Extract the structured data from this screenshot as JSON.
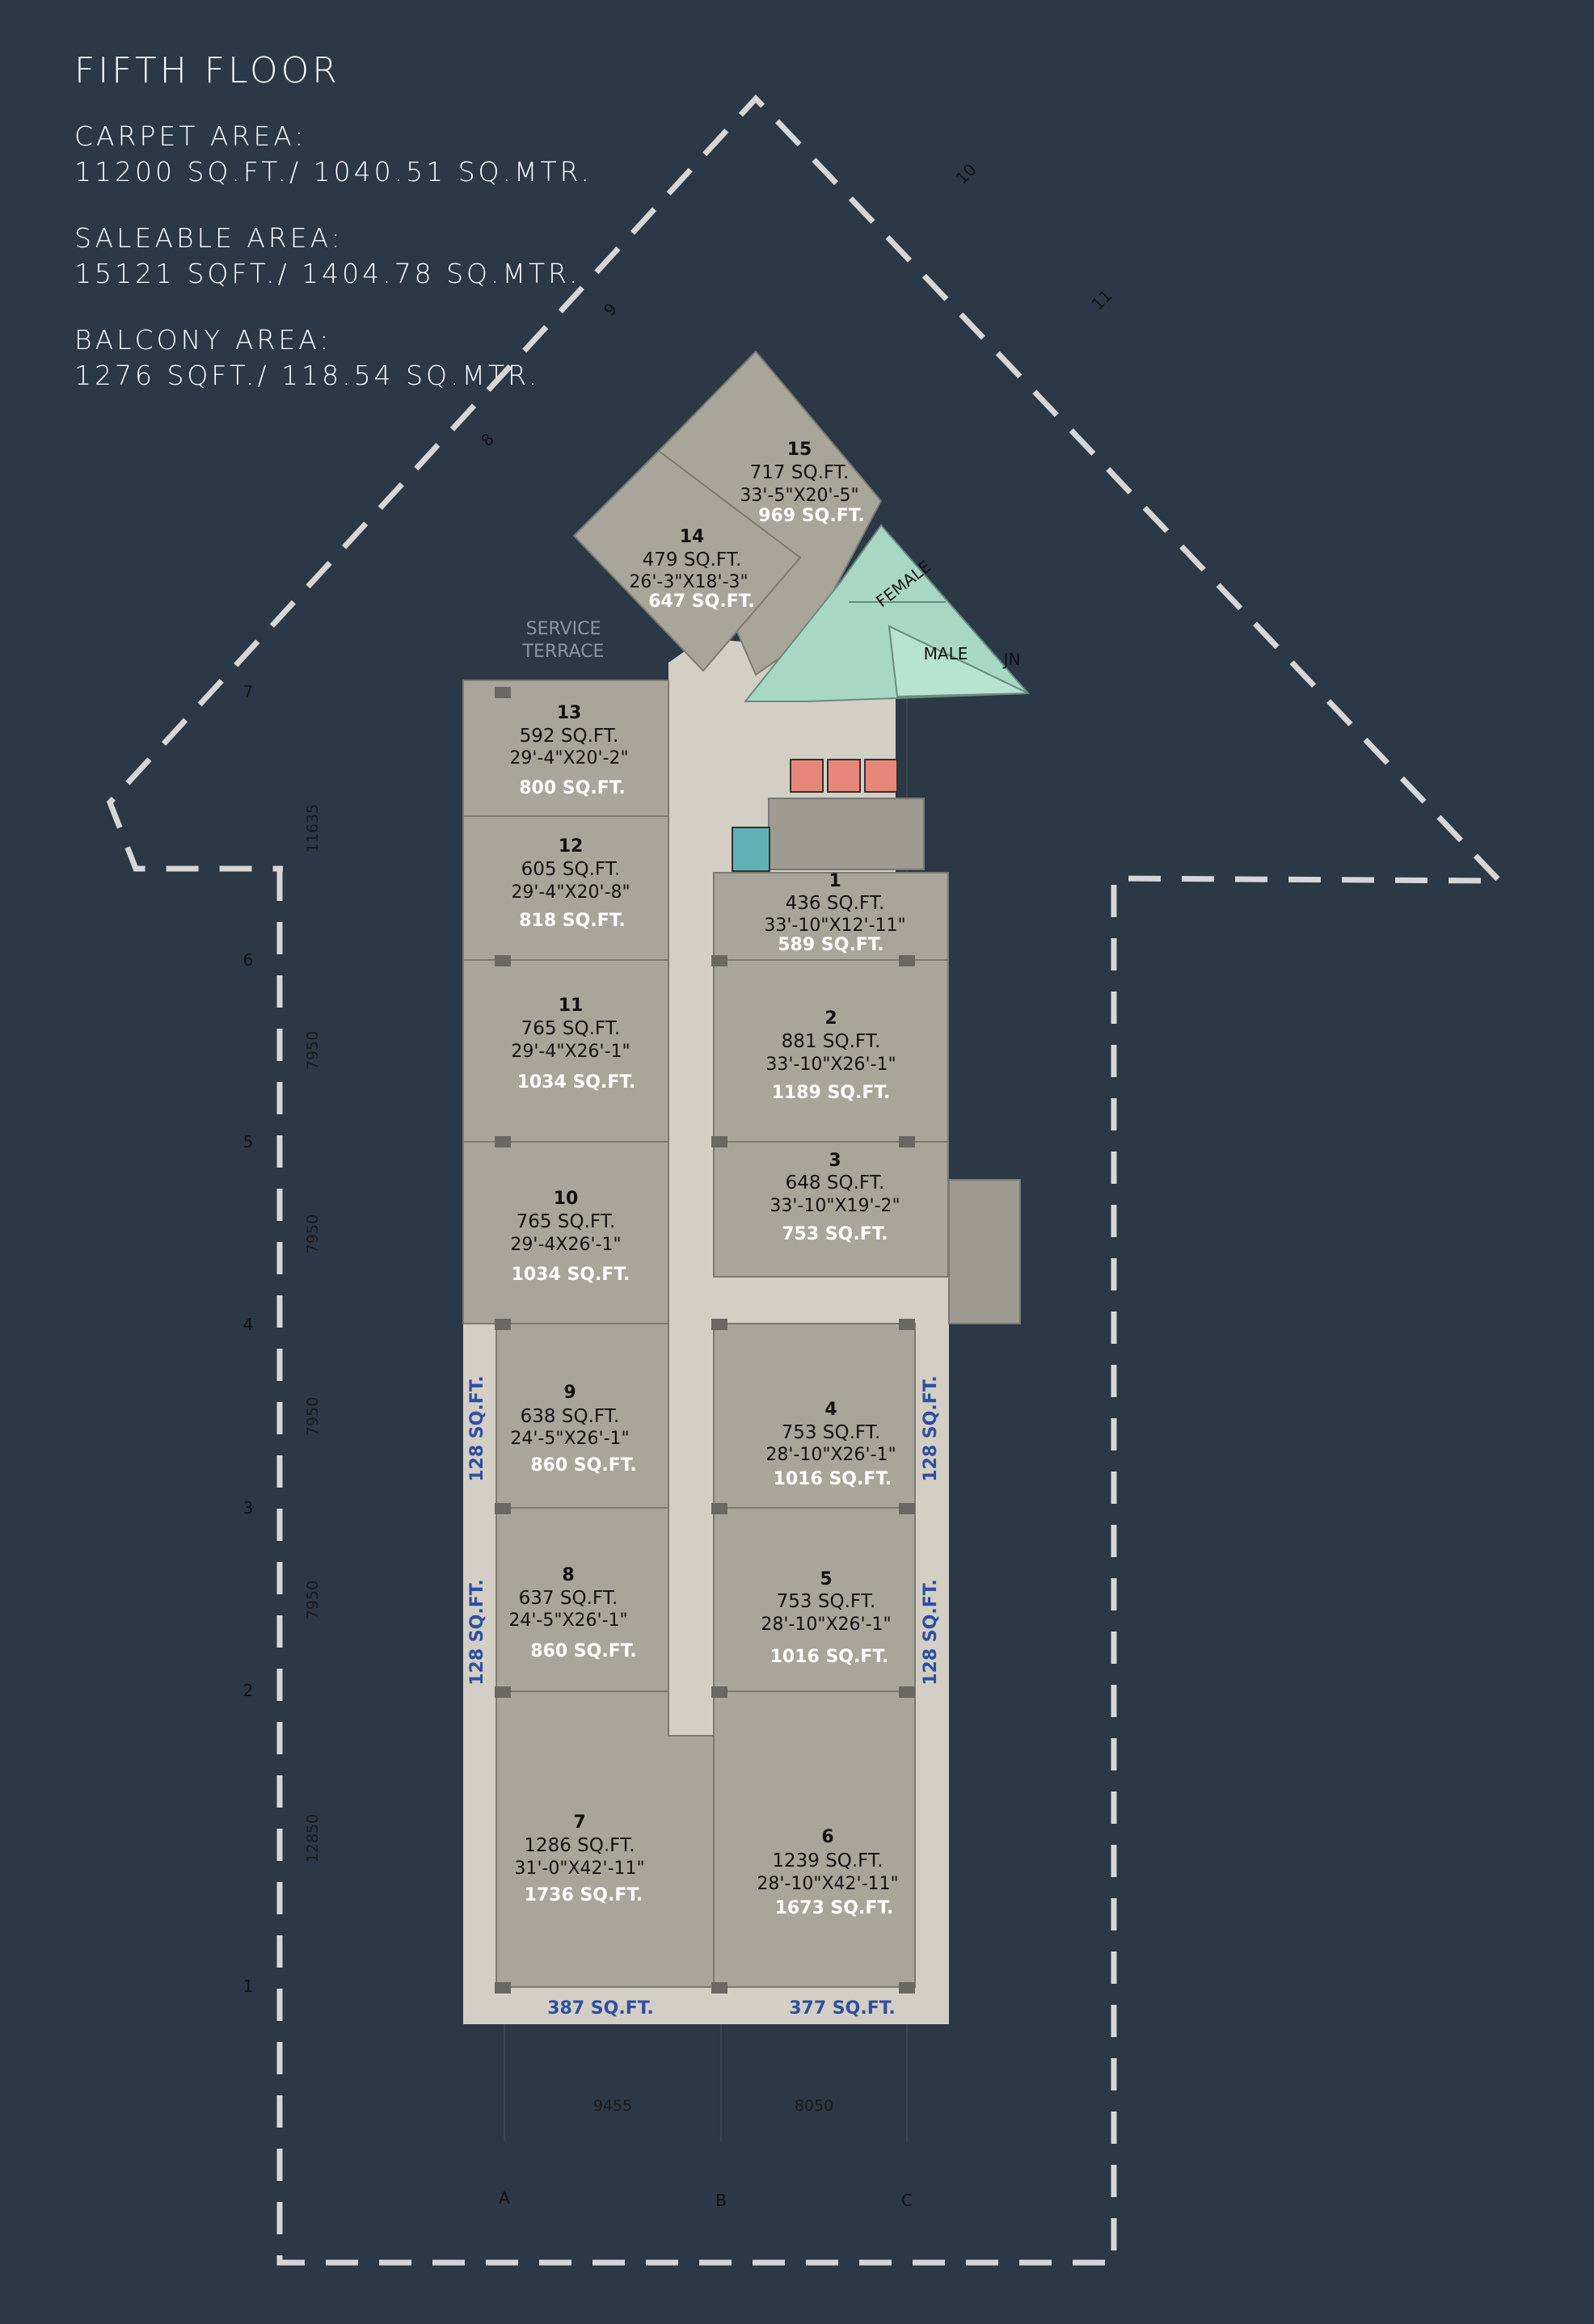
{
  "header": {
    "title": "FIFTH FLOOR",
    "carpet_label": "CARPET AREA:",
    "carpet_value": "11200 SQ.FT./ 1040.51 SQ.MTR.",
    "saleable_label": "SALEABLE AREA:",
    "saleable_value": "15121 SQFT./ 1404.78 SQ.MTR.",
    "balcony_label": "BALCONY AREA:",
    "balcony_value": "1276 SQFT./ 118.54 SQ.MTR."
  },
  "units": [
    {
      "no": "1",
      "area": "436 SQ.FT.",
      "dim": "33'-10\"X12'-11\"",
      "saleable": "589 SQ.FT."
    },
    {
      "no": "2",
      "area": "881 SQ.FT.",
      "dim": "33'-10\"X26'-1\"",
      "saleable": "1189 SQ.FT."
    },
    {
      "no": "3",
      "area": "648 SQ.FT.",
      "dim": "33'-10\"X19'-2\"",
      "saleable": "753 SQ.FT."
    },
    {
      "no": "4",
      "area": "753 SQ.FT.",
      "dim": "28'-10\"X26'-1\"",
      "saleable": "1016 SQ.FT."
    },
    {
      "no": "5",
      "area": "753 SQ.FT.",
      "dim": "28'-10\"X26'-1\"",
      "saleable": "1016 SQ.FT."
    },
    {
      "no": "6",
      "area": "1239 SQ.FT.",
      "dim": "28'-10\"X42'-11\"",
      "saleable": "1673 SQ.FT."
    },
    {
      "no": "7",
      "area": "1286 SQ.FT.",
      "dim": "31'-0\"X42'-11\"",
      "saleable": "1736 SQ.FT."
    },
    {
      "no": "8",
      "area": "637 SQ.FT.",
      "dim": "24'-5\"X26'-1\"",
      "saleable": "860 SQ.FT."
    },
    {
      "no": "9",
      "area": "638 SQ.FT.",
      "dim": "24'-5\"X26'-1\"",
      "saleable": "860 SQ.FT."
    },
    {
      "no": "10",
      "area": "765 SQ.FT.",
      "dim": "29'-4X26'-1\"",
      "saleable": "1034 SQ.FT."
    },
    {
      "no": "11",
      "area": "765 SQ.FT.",
      "dim": "29'-4\"X26'-1\"",
      "saleable": "1034 SQ.FT."
    },
    {
      "no": "12",
      "area": "605 SQ.FT.",
      "dim": "29'-4\"X20'-8\"",
      "saleable": "818 SQ.FT."
    },
    {
      "no": "13",
      "area": "592 SQ.FT.",
      "dim": "29'-4\"X20'-2\"",
      "saleable": "800 SQ.FT."
    },
    {
      "no": "14",
      "area": "479 SQ.FT.",
      "dim": "26'-3\"X18'-3\"",
      "saleable": "647 SQ.FT."
    },
    {
      "no": "15",
      "area": "717 SQ.FT.",
      "dim": "33'-5\"X20'-5\"",
      "saleable": "969 SQ.FT."
    }
  ],
  "balconies": {
    "left_upper": "128 SQ.FT.",
    "left_lower": "128 SQ.FT.",
    "right_upper": "128 SQ.FT.",
    "right_lower": "128 SQ.FT.",
    "bottom_left": "387 SQ.FT.",
    "bottom_right": "377 SQ.FT."
  },
  "labels": {
    "service_line1": "SERVICE",
    "service_line2": "TERRACE",
    "female": "FEMALE",
    "male": "MALE",
    "jn": "JN"
  },
  "grid_rows": [
    "7",
    "6",
    "5",
    "4",
    "3",
    "2",
    "1"
  ],
  "grid_cols": [
    "A",
    "B",
    "C"
  ],
  "grid_diag": [
    "8",
    "9",
    "10",
    "11"
  ],
  "dims_vertical": [
    "11635",
    "7950",
    "7950",
    "7950",
    "7950",
    "12850"
  ],
  "dims_horizontal": [
    "9455",
    "8050"
  ],
  "colors": {
    "background": "#2b3846",
    "unit_fill": "#a8a59b",
    "corridor": "#d3cfc5",
    "balcony_text": "#2f4fa3",
    "toilet": "#a8d8c4",
    "lift": "#e8867a"
  }
}
